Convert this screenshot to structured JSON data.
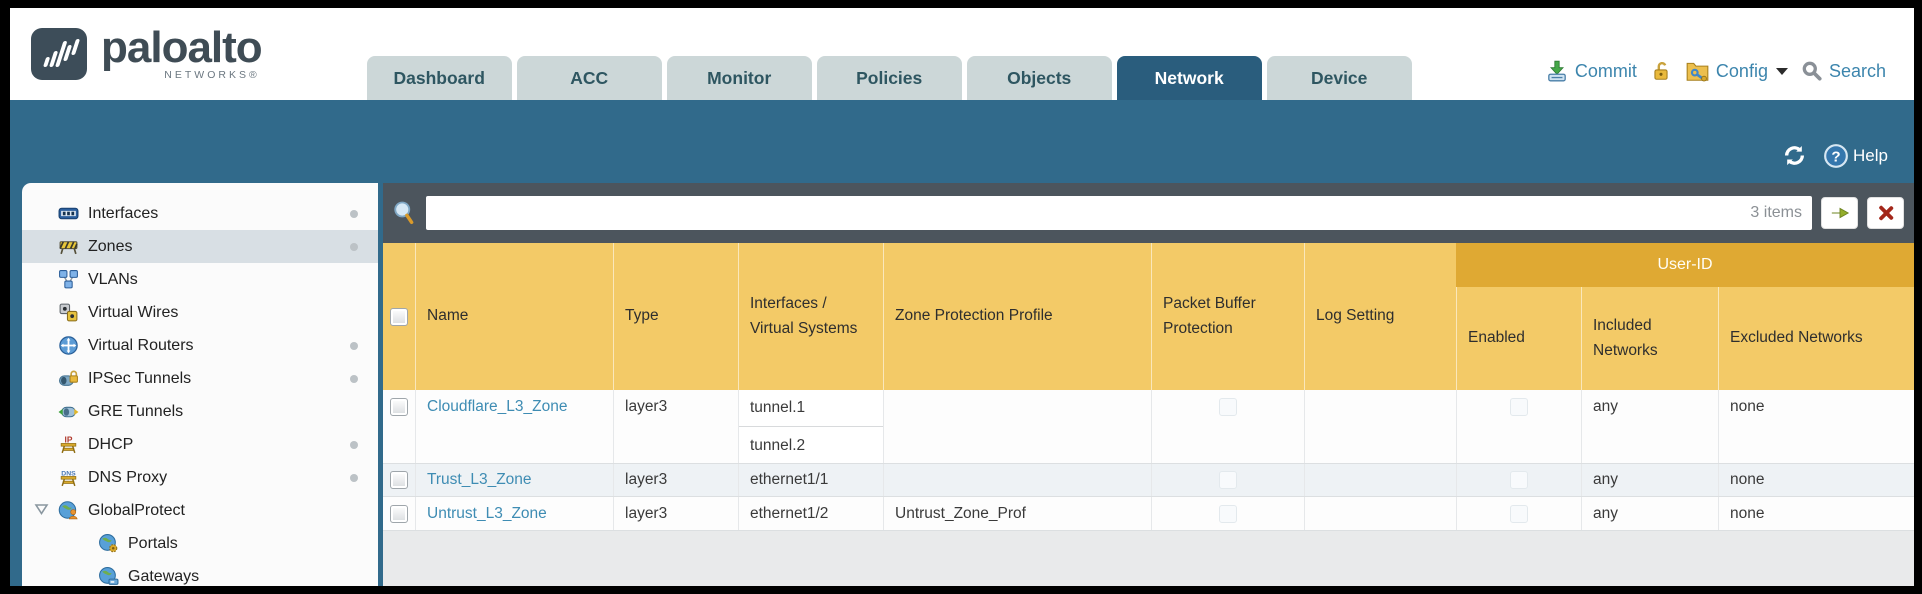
{
  "logo": {
    "brand": "paloalto",
    "sub": "NETWORKS®"
  },
  "tabs": [
    {
      "label": "Dashboard",
      "active": false
    },
    {
      "label": "ACC",
      "active": false
    },
    {
      "label": "Monitor",
      "active": false
    },
    {
      "label": "Policies",
      "active": false
    },
    {
      "label": "Objects",
      "active": false
    },
    {
      "label": "Network",
      "active": true
    },
    {
      "label": "Device",
      "active": false
    }
  ],
  "top_actions": {
    "commit": "Commit",
    "config": "Config",
    "search": "Search"
  },
  "band": {
    "help": "Help"
  },
  "toolbar": {
    "items_count": "3 items",
    "search_value": ""
  },
  "sidebar": {
    "items": [
      {
        "label": "Interfaces"
      },
      {
        "label": "Zones"
      },
      {
        "label": "VLANs"
      },
      {
        "label": "Virtual Wires"
      },
      {
        "label": "Virtual Routers"
      },
      {
        "label": "IPSec Tunnels"
      },
      {
        "label": "GRE Tunnels"
      },
      {
        "label": "DHCP"
      },
      {
        "label": "DNS Proxy"
      },
      {
        "label": "GlobalProtect"
      },
      {
        "label": "Portals"
      },
      {
        "label": "Gateways"
      }
    ],
    "selected": "Zones"
  },
  "table": {
    "group_header": "User-ID",
    "columns": [
      "Name",
      "Type",
      "Interfaces / Virtual Systems",
      "Zone Protection Profile",
      "Packet Buffer Protection",
      "Log Setting",
      "Enabled",
      "Included Networks",
      "Excluded Networks"
    ],
    "rows": [
      {
        "name": "Cloudflare_L3_Zone",
        "type": "layer3",
        "interfaces": [
          "tunnel.1",
          "tunnel.2"
        ],
        "zone_protection_profile": "",
        "packet_buffer_checked": false,
        "log_setting": "",
        "user_id_enabled_checked": false,
        "included_networks": "any",
        "excluded_networks": "none"
      },
      {
        "name": "Trust_L3_Zone",
        "type": "layer3",
        "interfaces": [
          "ethernet1/1"
        ],
        "zone_protection_profile": "",
        "packet_buffer_checked": false,
        "log_setting": "",
        "user_id_enabled_checked": false,
        "included_networks": "any",
        "excluded_networks": "none"
      },
      {
        "name": "Untrust_L3_Zone",
        "type": "layer3",
        "interfaces": [
          "ethernet1/2"
        ],
        "zone_protection_profile": "Untrust_Zone_Prof",
        "packet_buffer_checked": false,
        "log_setting": "",
        "user_id_enabled_checked": false,
        "included_networks": "any",
        "excluded_networks": "none"
      }
    ]
  },
  "colors": {
    "teal_band": "#316a8b",
    "active_tab": "#2a5d7d",
    "inactive_tab": "#ccd7d8",
    "toolbar_slate": "#4c555d",
    "header_gold": "#f3ca67",
    "group_gold": "#dfa933",
    "link_blue": "#3e8cb3",
    "alt_row": "#eef2f5"
  }
}
